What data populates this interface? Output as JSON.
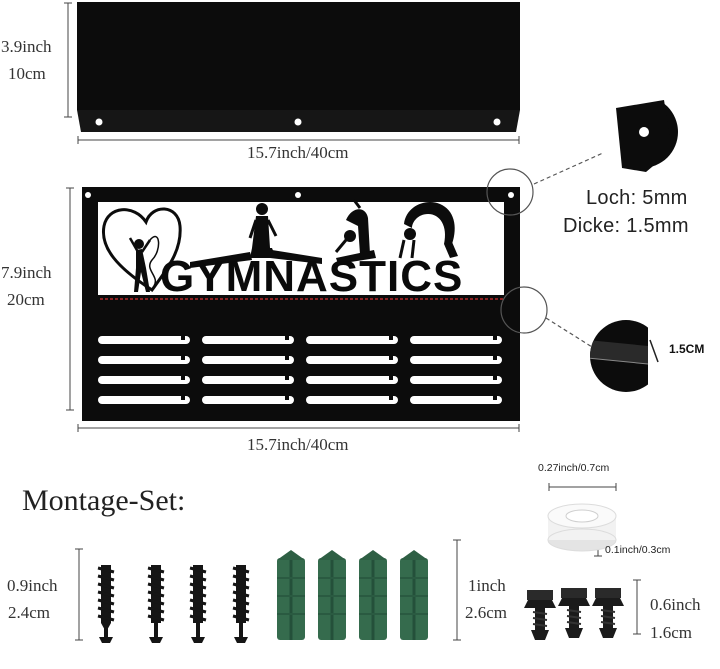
{
  "shelf": {
    "height_inch": "3.9inch",
    "height_cm": "10cm",
    "width": "15.7inch/40cm"
  },
  "rack": {
    "height_inch": "7.9inch",
    "height_cm": "20cm",
    "width": "15.7inch/40cm",
    "word": "GYMNASTICS"
  },
  "hole_detail": {
    "hole": "Loch: 5mm",
    "thickness": "Dicke: 1.5mm"
  },
  "edge_detail": {
    "label": "1.5CM"
  },
  "kit": {
    "title": "Montage-Set:",
    "screw_size_inch": "0.9inch",
    "screw_size_cm": "2.4cm",
    "anchor_size_inch": "1inch",
    "anchor_size_cm": "2.6cm",
    "spacer_width": "0.27inch/0.7cm",
    "spacer_thickness": "0.1inch/0.3cm",
    "bolt_size_inch": "0.6inch",
    "bolt_size_cm": "1.6cm"
  }
}
